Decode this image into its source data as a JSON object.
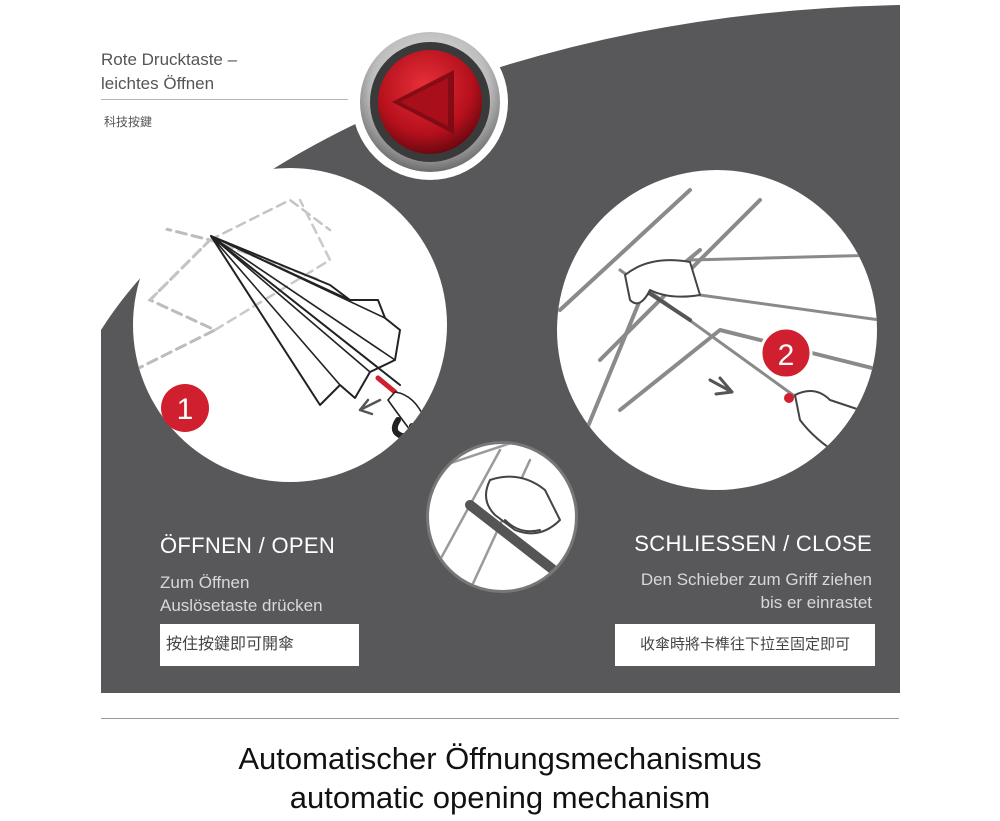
{
  "button_caption": {
    "line1": "Rote Drucktaste –",
    "line2": "leichtes Öffnen",
    "chinese": "科技按鍵"
  },
  "open_step": {
    "number": "1",
    "title": "ÖFFNEN / OPEN",
    "desc_line1": "Zum Öffnen",
    "desc_line2": "Auslösetaste drücken",
    "chinese": "按住按鍵即可開傘"
  },
  "close_step": {
    "number": "2",
    "title": "SCHLIESSEN / CLOSE",
    "desc_line1": "Den Schieber zum Griff ziehen",
    "desc_line2": "bis er einrastet",
    "chinese": "收傘時將卡榫往下拉至固定即可"
  },
  "footer": {
    "title_de": "Automatischer Öffnungsmechanismus",
    "title_en": "automatic opening mechanism"
  },
  "colors": {
    "panel": "#58585a",
    "accent_red": "#d01f2e",
    "white": "#ffffff"
  }
}
